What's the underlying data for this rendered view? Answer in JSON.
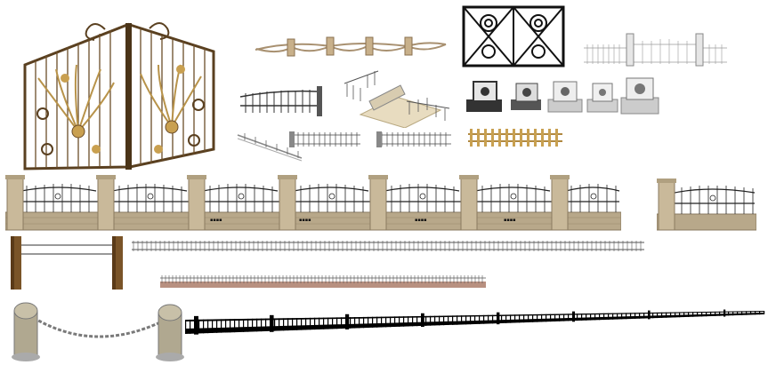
{
  "title": "Fence and gate collection",
  "items": [
    {
      "id": "ornate-iron-gate",
      "kind": "double gate",
      "color": "#5a4020",
      "accent": "#b8934a"
    },
    {
      "id": "rope-post-barrier",
      "kind": "rope barrier"
    },
    {
      "id": "scroll-iron-panel",
      "kind": "iron panel",
      "color": "#111111"
    },
    {
      "id": "white-railing-gate",
      "kind": "white railing"
    },
    {
      "id": "small-spear-fence-panel",
      "kind": "fence panel"
    },
    {
      "id": "stair-fence-3d",
      "kind": "3d fence model"
    },
    {
      "id": "stone-pillar-blocks",
      "kind": "pillar caps",
      "count_shown": 5
    },
    {
      "id": "angled-fence-strip",
      "kind": "fence strip"
    },
    {
      "id": "short-fence-panels",
      "kind": "fence panels"
    },
    {
      "id": "wooden-picket-fence",
      "kind": "picket fence",
      "color": "#c8a050"
    },
    {
      "id": "long-brick-wall-fence",
      "kind": "wall fence",
      "color": "#a89878"
    },
    {
      "id": "single-wall-fence-section",
      "kind": "wall fence section"
    },
    {
      "id": "wooden-post-rail",
      "kind": "post and rail",
      "color": "#7a5428"
    },
    {
      "id": "thin-rail-strip",
      "kind": "railing strip"
    },
    {
      "id": "brick-base-railing",
      "kind": "railing strip",
      "color": "#b89080"
    },
    {
      "id": "stone-bollards-chain",
      "kind": "bollards with chain",
      "color": "#b0a890"
    },
    {
      "id": "black-perspective-fence",
      "kind": "fence silhouette",
      "color": "#000000"
    }
  ]
}
